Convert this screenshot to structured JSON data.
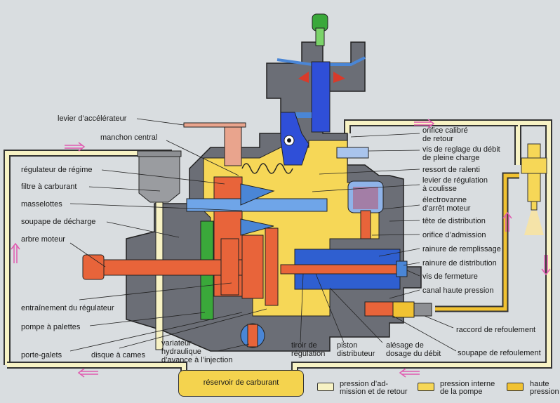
{
  "title": "Pompe d'injection distributrice (coupe)",
  "colors": {
    "background": "#d9dde0",
    "housing": "#6b6e76",
    "admission_pressure": "#f7f2c4",
    "internal_pressure": "#f6d757",
    "high_pressure": "#f1c232",
    "rotating_parts": "#e8643a",
    "governor_blue": "#4a86d6",
    "solenoid_blue": "#2f4fd8",
    "vane_pump_green": "#3aa83a",
    "flow_arrow": "#e05bb0"
  },
  "labels": {
    "levier_accelerateur": "levier d’accélérateur",
    "manchon_central": "manchon central",
    "regulateur_regime": "régulateur de régime",
    "filtre_carburant": "filtre à carburant",
    "masselottes": "masselottes",
    "soupape_decharge": "soupape de décharge",
    "arbre_moteur": "arbre moteur",
    "entrainement_regulateur": "entraînement du régulateur",
    "pompe_palettes": "pompe à palettes",
    "porte_galets": "porte-galets",
    "disque_cames": "disque à cames",
    "variateur": "variateur\nhydraulique\nd’avance à l’injection",
    "tiroir_regulation": "tiroir de\nrégulation",
    "piston_distributeur": "piston\ndistributeur",
    "alesage_dosage": "alésage de\ndosage du débit",
    "soupape_refoulement": "soupape de refoulement",
    "raccord_refoulement": "raccord de refoulement",
    "canal_haute_pression": "canal haute pression",
    "vis_fermeture": "vis de fermeture",
    "rainure_distribution": "rainure de distribution",
    "rainure_remplissage": "rainure de remplissage",
    "orifice_admission": "orifice d’admission",
    "tete_distribution": "tête de distribution",
    "electrovanne": "électrovanne\nd’arrêt moteur",
    "levier_regulation": "levier de régulation\nà coulisse",
    "ressort_ralenti": "ressort de ralenti",
    "vis_reglage": "vis de reglage du débit\nde pleine charge",
    "orifice_calibre": "orifice calibré\nde retour",
    "reservoir": "réservoir de carburant"
  },
  "legend": [
    {
      "label": "pression d’ad-\nmission et de retour",
      "color": "#f7f2c4"
    },
    {
      "label": "pression interne\nde la pompe",
      "color": "#f6d757"
    },
    {
      "label": "haute\npression",
      "color": "#f1c232"
    }
  ],
  "icons": {
    "flow_arrow": "double-arrow",
    "rotation": "rotation-arrow"
  }
}
